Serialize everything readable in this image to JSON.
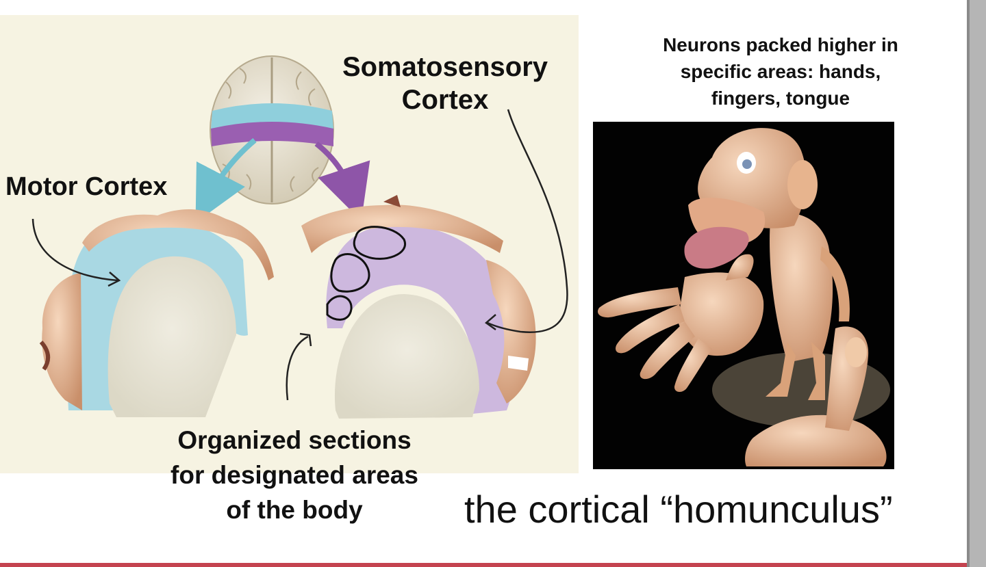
{
  "labels": {
    "somatosensory_line1": "Somatosensory",
    "somatosensory_line2": "Cortex",
    "motor": "Motor Cortex",
    "organized_line1": "Organized sections",
    "organized_line2": "for designated areas",
    "organized_line3": "of the body",
    "neurons_line1": "Neurons packed higher in",
    "neurons_line2": "specific areas: hands,",
    "neurons_line3": "fingers, tongue"
  },
  "caption": "the cortical “homunculus”",
  "colors": {
    "motor_cortex": "#a9d8e3",
    "somatosensory_cortex": "#c9b3da",
    "brain_band_motor": "#7fc4d3",
    "brain_band_somato": "#9a5fb1",
    "accent_rule": "#c4434f",
    "skin": "#e9b591"
  }
}
